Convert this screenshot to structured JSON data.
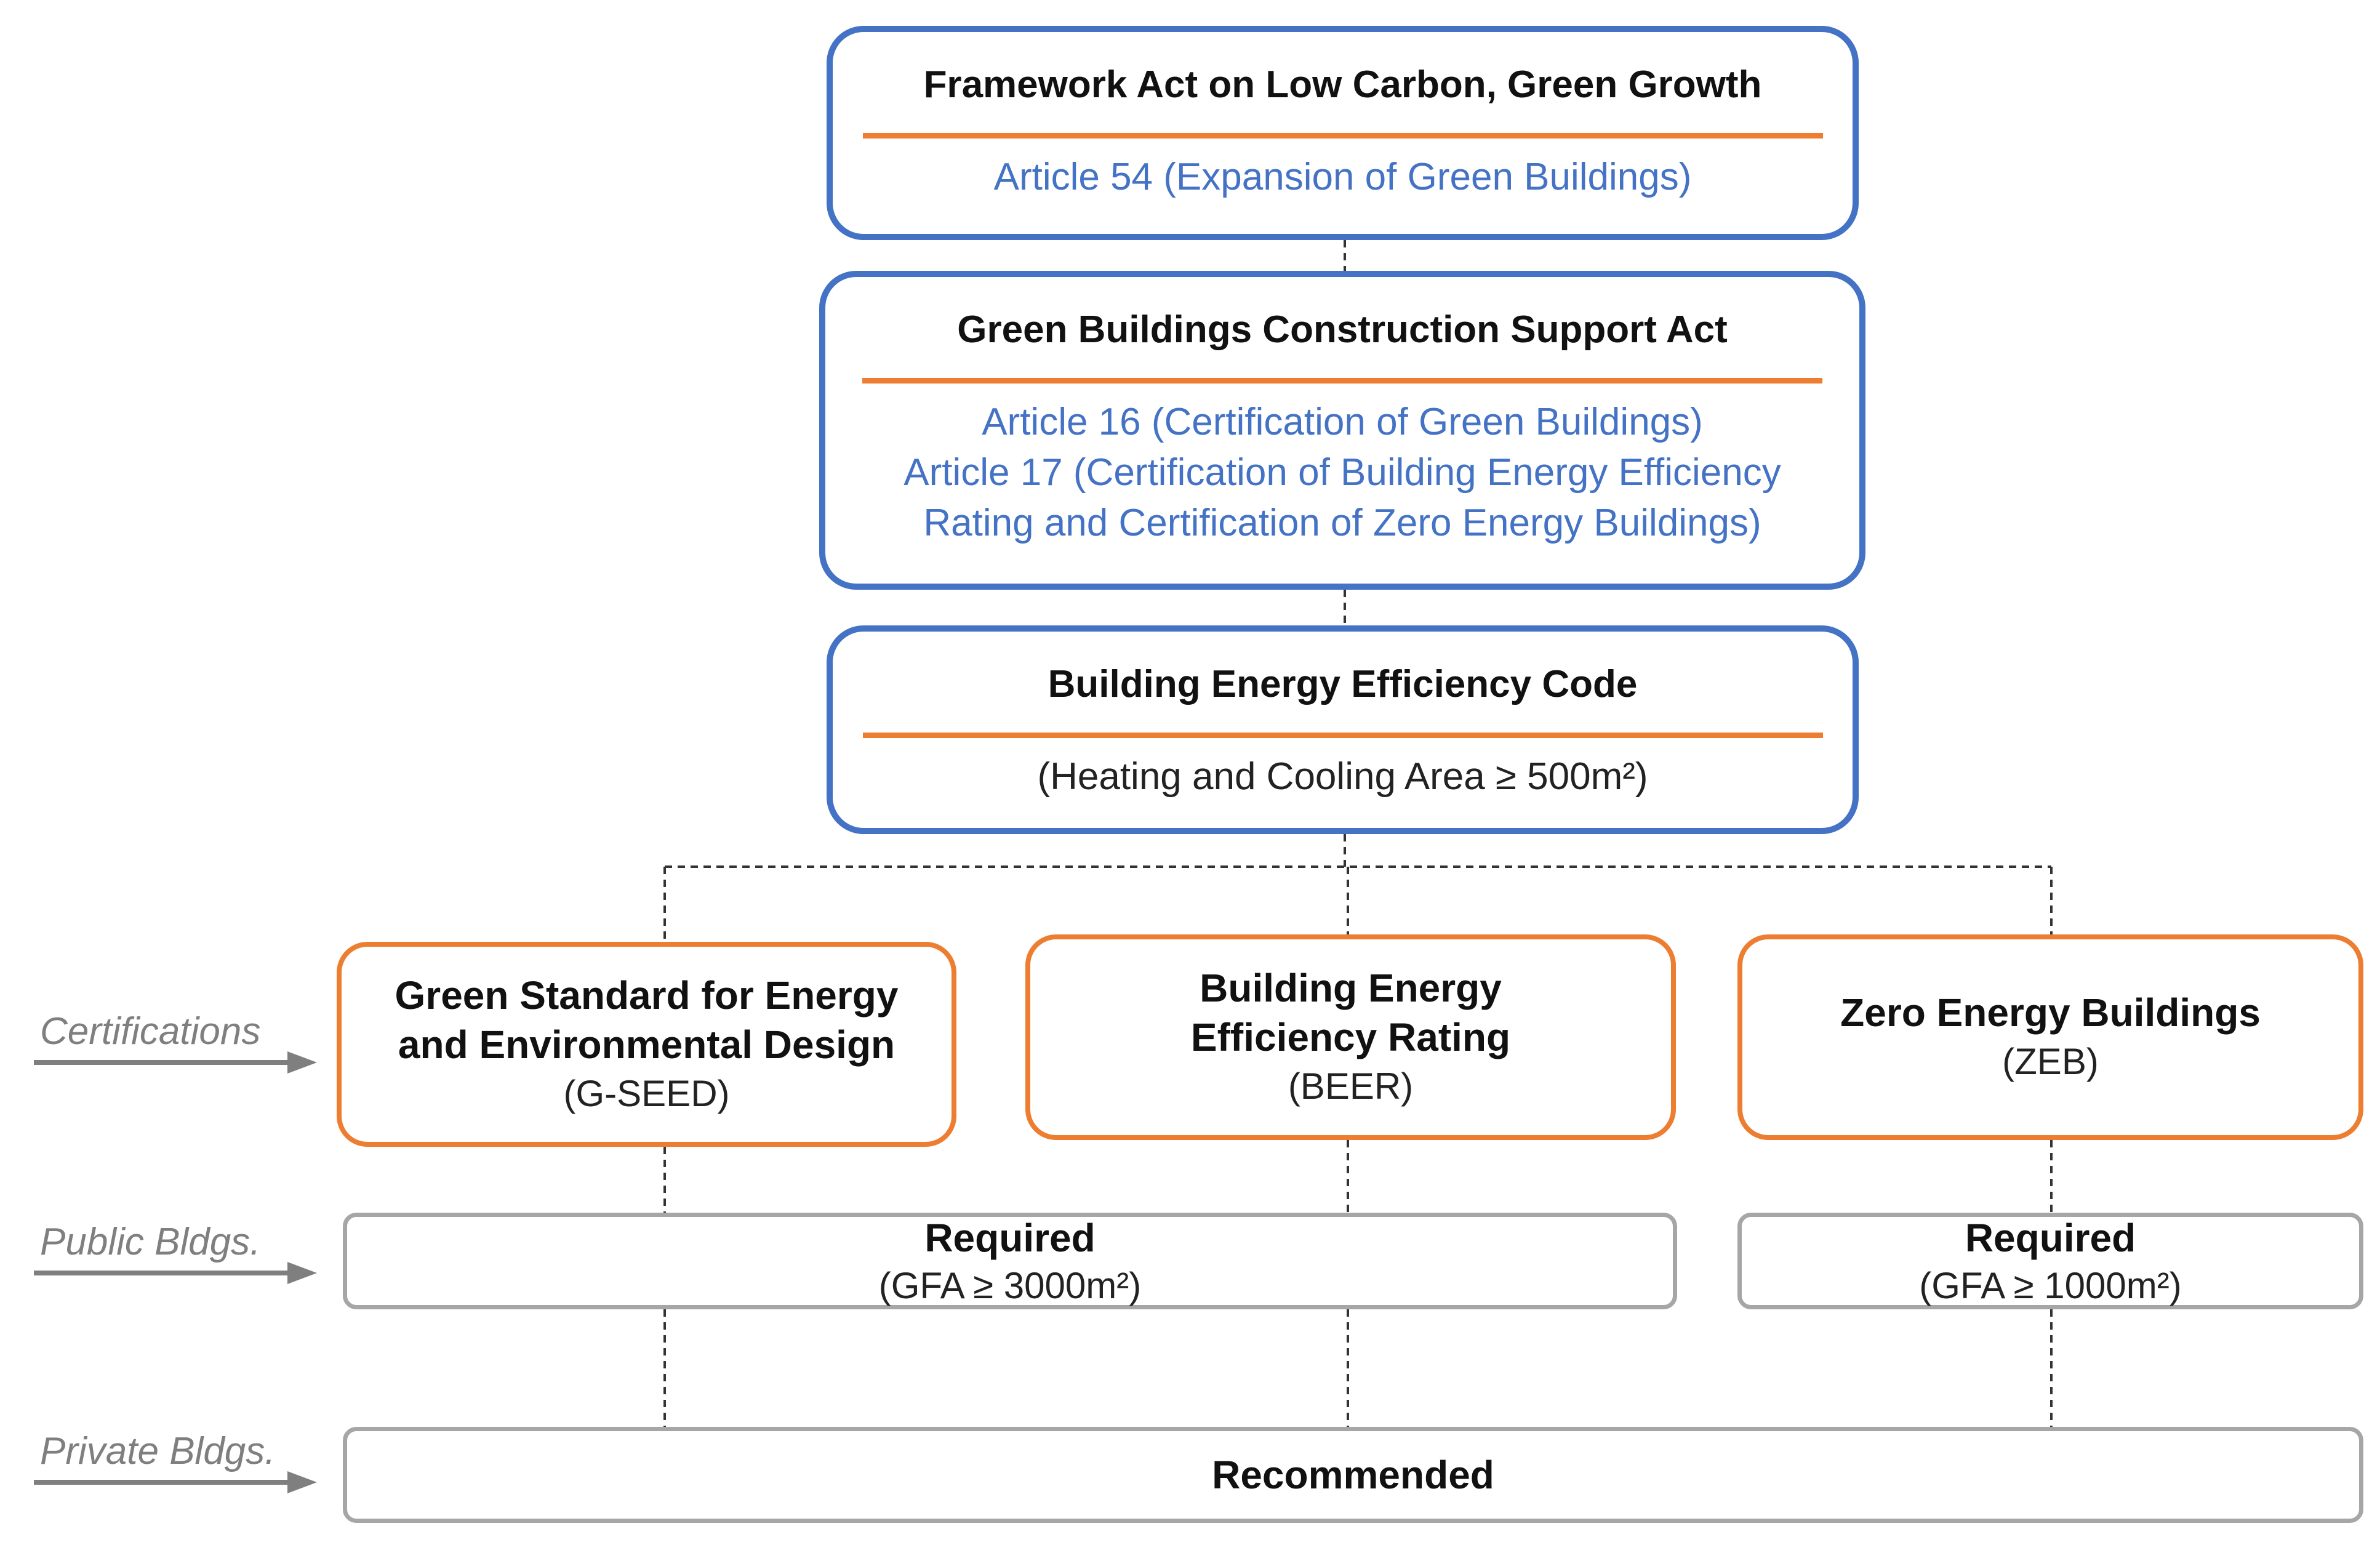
{
  "laws": [
    {
      "title": "Framework Act on Low Carbon, Green Growth",
      "lines": [
        "Article 54 (Expansion of Green Buildings)"
      ]
    },
    {
      "title": "Green Buildings Construction Support Act",
      "lines": [
        "Article 16 (Certification of Green Buildings)",
        "Article 17 (Certification of Building Energy Efficiency",
        "Rating and Certification of Zero Energy Buildings)"
      ]
    },
    {
      "title": "Building Energy Efficiency Code",
      "lines": [
        "(Heating and Cooling Area ≥ 500m²)"
      ]
    }
  ],
  "row_labels": {
    "certifications": "Certifications",
    "public": "Public Bldgs.",
    "private": "Private Bldgs."
  },
  "certifications": [
    {
      "title_lines": [
        "Green Standard for Energy",
        "and Environmental Design"
      ],
      "abbr": "(G-SEED)"
    },
    {
      "title_lines": [
        "Building Energy",
        "Efficiency Rating"
      ],
      "abbr": "(BEER)"
    },
    {
      "title_lines": [
        "Zero Energy Buildings"
      ],
      "abbr": "(ZEB)"
    }
  ],
  "public_requirements": [
    {
      "status": "Required",
      "threshold": "(GFA ≥ 3000m²)"
    },
    {
      "status": "Required",
      "threshold": "(GFA ≥ 1000m²)"
    }
  ],
  "private_requirement": {
    "status": "Recommended"
  },
  "colors": {
    "law_border": "#4472c4",
    "article_text": "#4472c4",
    "divider": "#ed7d31",
    "cert_border": "#ed7d31",
    "requirement_border": "#a6a6a6",
    "row_label": "#7f7f7f",
    "connector": "#333333"
  }
}
